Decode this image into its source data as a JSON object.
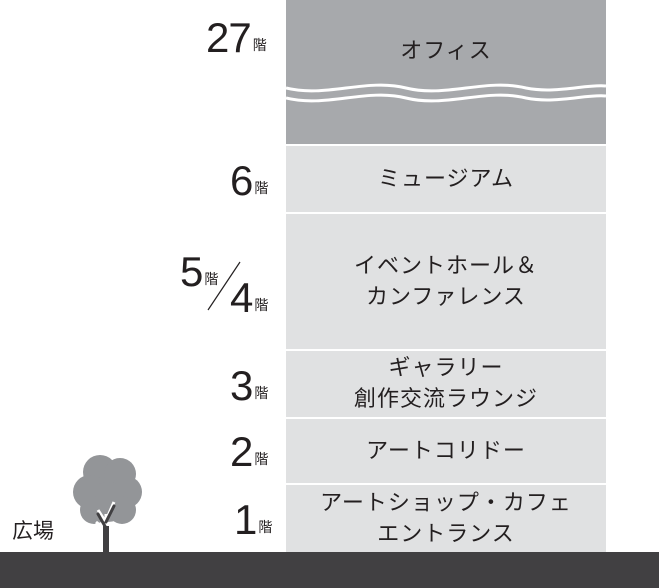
{
  "colors": {
    "office_fill": "#a7a9ac",
    "floor_fill": "#e0e1e2",
    "ground_fill": "#414042",
    "tree_fill": "#939598",
    "text": "#231f20"
  },
  "floors": [
    {
      "floor_num": "27",
      "floor_unit": "階",
      "label": "オフィス"
    },
    {
      "floor_num": "6",
      "floor_unit": "階",
      "label": "ミュージアム"
    },
    {
      "floor_num_upper": "5",
      "floor_unit_upper": "階",
      "floor_num": "4",
      "floor_unit": "階",
      "label": "イベントホール＆\nカンファレンス"
    },
    {
      "floor_num": "3",
      "floor_unit": "階",
      "label": "ギャラリー\n創作交流ラウンジ"
    },
    {
      "floor_num": "2",
      "floor_unit": "階",
      "label": "アートコリドー"
    },
    {
      "floor_num": "1",
      "floor_unit": "階",
      "label": "アートショップ・カフェ\nエントランス"
    }
  ],
  "plaza_label": "広場",
  "icons": {
    "tree": "tree-icon",
    "wave_break": "wave-break-icon"
  }
}
